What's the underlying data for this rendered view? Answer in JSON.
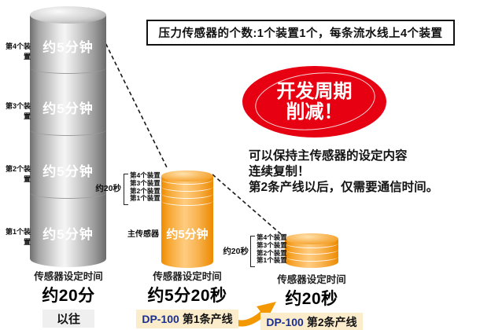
{
  "info_box": {
    "text": "压力传感器的个数:1个装置1个，每条流水线上4个装置"
  },
  "badge": {
    "line1": "开发周期",
    "line2": "削减！"
  },
  "note": {
    "line1": "可以保持主传感器的设定内容",
    "line2": "连续复制！",
    "line3": "第2条产线以后，仅需要通信时间。"
  },
  "old": {
    "devices": [
      "第4个装置",
      "第3个装置",
      "第2个装置",
      "第1个装置"
    ],
    "segment_label": "约5分钟",
    "time_label": "传感器设定时间",
    "time_value": "约20分",
    "tag": "以往"
  },
  "line1": {
    "bracket_label": "约20秒",
    "devices": [
      "第4个装置",
      "第3个装置",
      "第2个装置",
      "第1个装置"
    ],
    "master_label": "主传感器",
    "body_label": "约5分钟",
    "time_label": "传感器设定时间",
    "time_value": "约5分20秒",
    "brand": "DP-100",
    "line_name": "第1条产线"
  },
  "line2": {
    "bracket_label": "约20秒",
    "devices": [
      "第4个装置",
      "第3个装置",
      "第2个装置",
      "第1个装置"
    ],
    "time_label": "传感器设定时间",
    "time_value": "约20秒",
    "brand": "DP-100",
    "line_name": "第2条产线"
  },
  "colors": {
    "accent_red": "#e60012",
    "orange": "#f39800",
    "brand_blue": "#1b2f8f"
  }
}
